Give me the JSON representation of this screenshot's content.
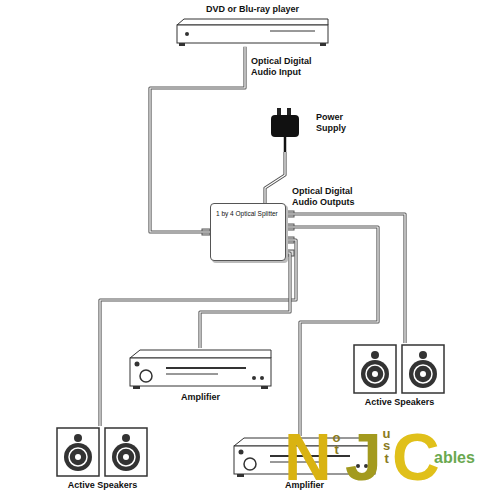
{
  "diagram": {
    "nodes": [
      {
        "text": [
          "DVD or Blu-ray player"
        ]
      },
      {
        "text": [
          "Power Supply"
        ]
      },
      {
        "text": [
          "1 by 4 Optical Splitter"
        ]
      },
      {
        "text": [
          "Amplifier"
        ]
      },
      {
        "text": [
          "Active Speakers"
        ]
      },
      {
        "text": [
          "Active Speakers"
        ]
      },
      {
        "text": [
          "Amplifier"
        ]
      }
    ],
    "edges": [
      {
        "from": 0,
        "to": 2,
        "arrow": "none",
        "label": "Optical Digital Audio Input"
      },
      {
        "from": 1,
        "to": 2,
        "arrow": "none"
      },
      {
        "from": 2,
        "to": 4,
        "arrow": "none"
      },
      {
        "from": 2,
        "to": 6,
        "arrow": "none"
      },
      {
        "from": 2,
        "to": 5,
        "arrow": "none"
      },
      {
        "from": 2,
        "to": 3,
        "arrow": "none"
      }
    ],
    "labels": [
      "Optical Digital Audio Outputs",
      "N",
      "ot",
      "J",
      "ust",
      "C",
      "ables"
    ]
  }
}
